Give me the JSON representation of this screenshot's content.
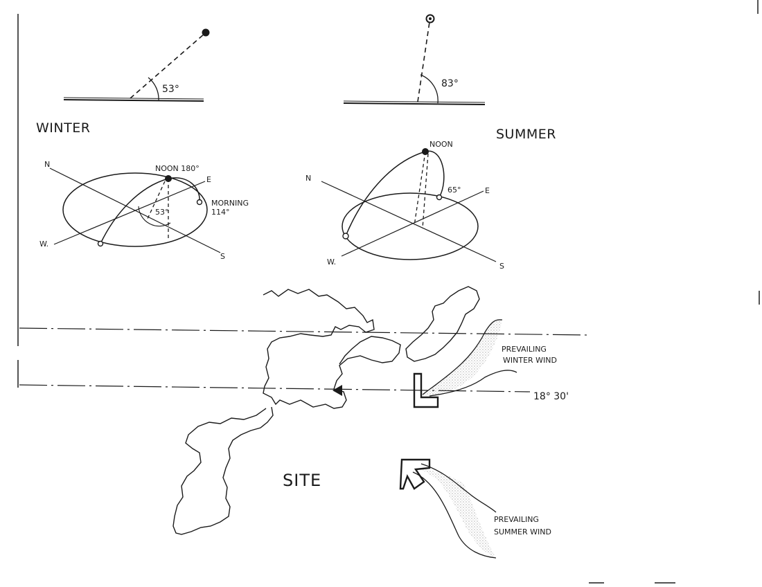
{
  "labels": {
    "winter": "WINTER",
    "summer": "SUMMER",
    "winter_altitude": "53°",
    "summer_altitude": "83°",
    "winter_noon": "NOON 180°",
    "winter_morning": "MORNING",
    "winter_morning_deg": "114°",
    "winter_arc_deg": "53°",
    "summer_noon": "NOON",
    "summer_deg": "65°",
    "north_w": "N",
    "east_w": "E",
    "south_w": "S",
    "west_w": "W.",
    "north_s": "N",
    "east_s": "E",
    "south_s": "S",
    "west_s": "W.",
    "prevailing_winter_1": "PREVAILING",
    "prevailing_winter_2": "WINTER WIND",
    "prevailing_summer_1": "PREVAILING",
    "prevailing_summer_2": "SUMMER WIND",
    "latitude": "18° 30'",
    "site": "SITE"
  },
  "colors": {
    "ink": "#1a1a1a",
    "paper": "#ffffff",
    "stipple": "#bdbdbd"
  }
}
